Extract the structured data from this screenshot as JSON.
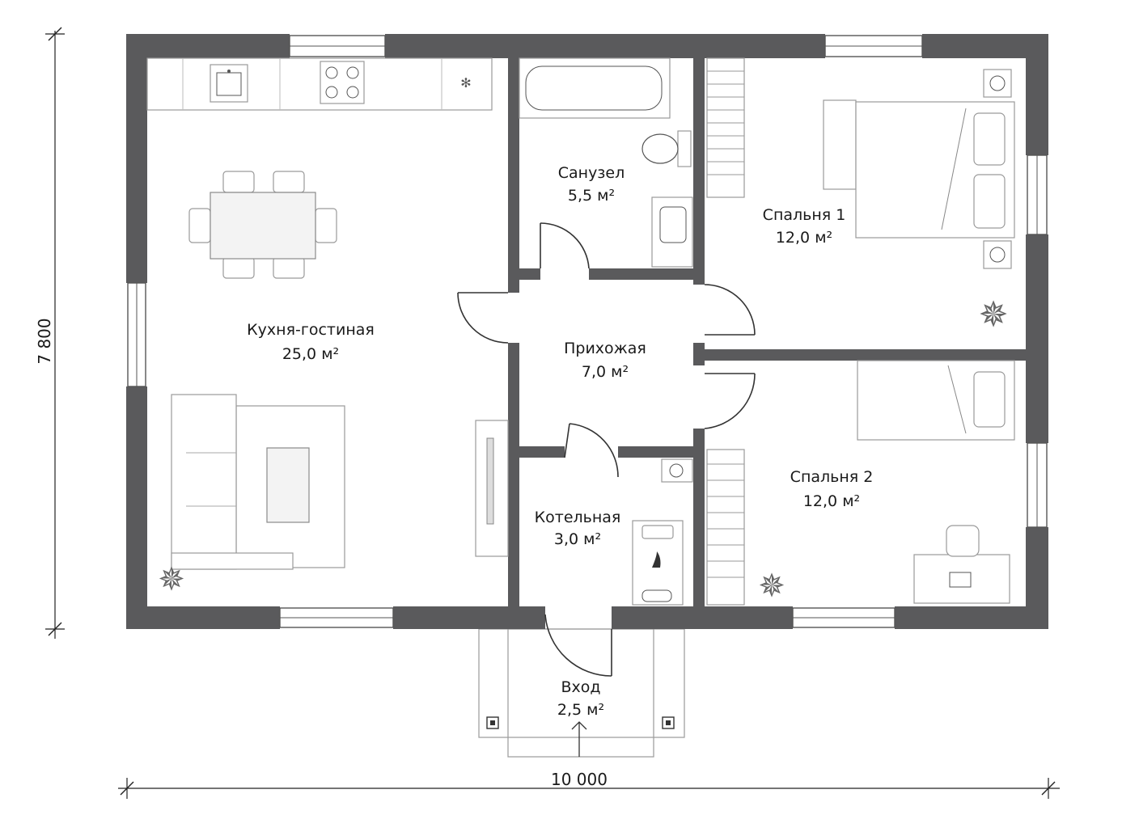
{
  "rooms": [
    {
      "name": "Кухня-гостиная",
      "area": "25,0 м²"
    },
    {
      "name": "Санузел",
      "area": "5,5 м²"
    },
    {
      "name": "Спальня 1",
      "area": "12,0 м²"
    },
    {
      "name": "Прихожая",
      "area": "7,0 м²"
    },
    {
      "name": "Спальня 2",
      "area": "12,0 м²"
    },
    {
      "name": "Котельная",
      "area": "3,0 м²"
    },
    {
      "name": "Вход",
      "area": "2,5 м²"
    }
  ],
  "dimensions": {
    "width": "10 000",
    "height": "7 800"
  }
}
